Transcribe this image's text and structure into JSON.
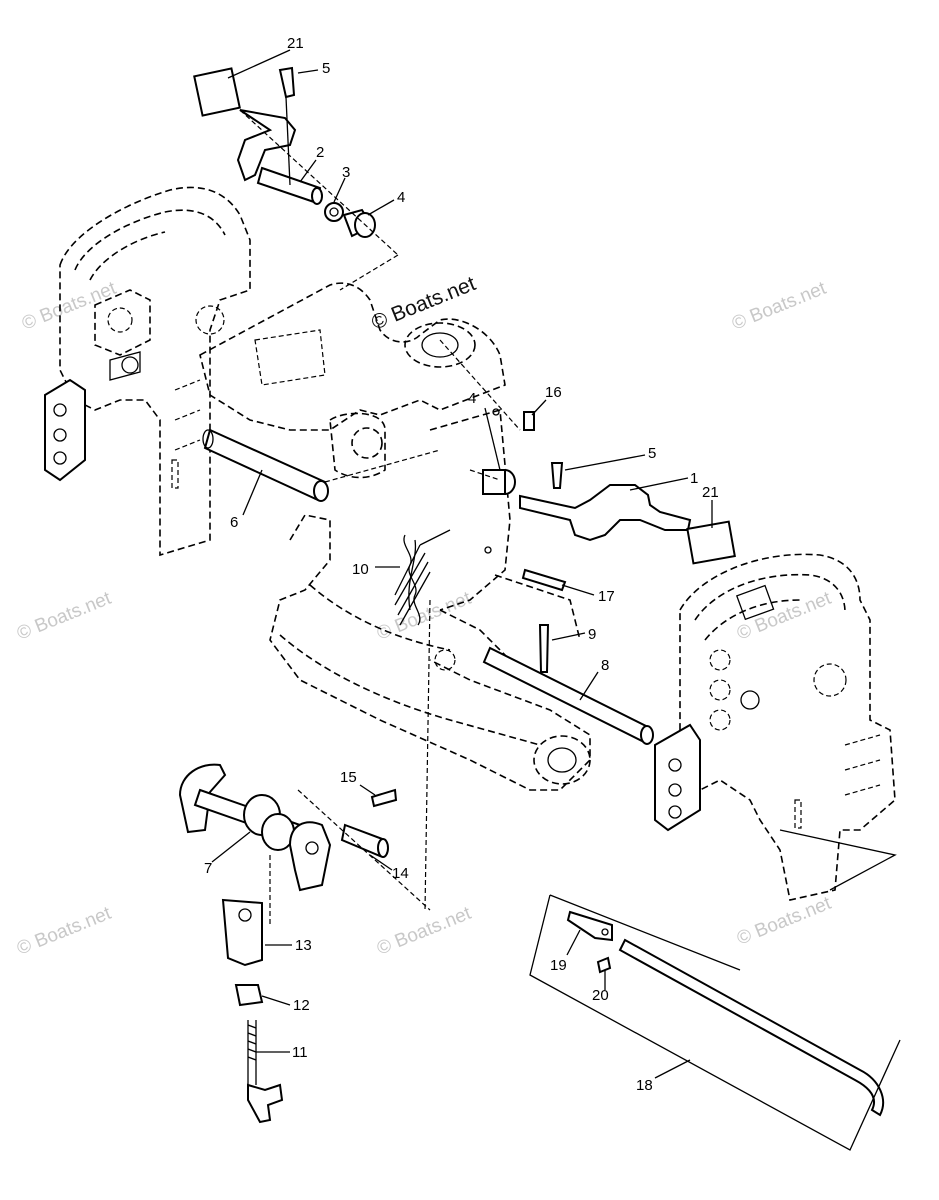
{
  "watermarks": {
    "main": "© Boats.net",
    "faint": "© Boats.net"
  },
  "callouts": {
    "c21a": "21",
    "c5a": "5",
    "c2": "2",
    "c3": "3",
    "c4a": "4",
    "c4b": "4",
    "c16": "16",
    "c5b": "5",
    "c1": "1",
    "c21b": "21",
    "c6": "6",
    "c10": "10",
    "c17": "17",
    "c9": "9",
    "c8": "8",
    "c15": "15",
    "c7": "7",
    "c14": "14",
    "c13": "13",
    "c12": "12",
    "c11": "11",
    "c19": "19",
    "c20": "20",
    "c18": "18"
  },
  "icons": {
    "main-assembly": "swivel-bracket-drawing"
  },
  "colors": {
    "line": "#000000",
    "watermark": "#c8c8c8",
    "background": "#ffffff"
  }
}
